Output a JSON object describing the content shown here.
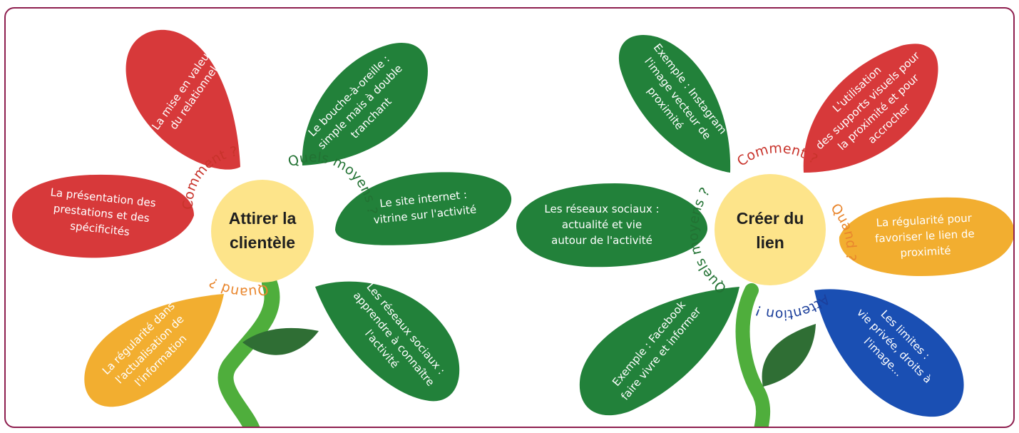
{
  "colors": {
    "red": "#d7393a",
    "green": "#22813a",
    "orange": "#f2ae30",
    "blue": "#1a4fb3",
    "center": "#fde48a",
    "stem": "#4fae3c",
    "leaf": "#2f6e34",
    "frame": "#8e1f4f"
  },
  "left_flower": {
    "center_lines": [
      "Attirer la",
      "clientèle"
    ],
    "labels": {
      "comment": "Comment ?",
      "moyens": "Quels moyens ?",
      "quand": "Quand ?"
    },
    "petals": [
      {
        "color": "red",
        "lines": [
          "La mise en valeur",
          "du relationnel"
        ]
      },
      {
        "color": "red",
        "lines": [
          "La présentation des",
          "prestations  et des",
          "spécificités"
        ]
      },
      {
        "color": "orange",
        "lines": [
          "La régularité dans",
          "l'actualisation de",
          "l'information"
        ]
      },
      {
        "color": "green",
        "lines": [
          "Le bouche-à-oreille :",
          "simple mais à double",
          "tranchant"
        ]
      },
      {
        "color": "green",
        "lines": [
          "Le site internet :",
          "vitrine sur l'activité"
        ]
      },
      {
        "color": "green",
        "lines": [
          "Les réseaux sociaux :",
          "apprendre à connaître",
          "l'activité"
        ]
      }
    ]
  },
  "right_flower": {
    "center_lines": [
      "Créer du",
      "lien"
    ],
    "labels": {
      "comment": "Comment ?",
      "moyens": "Quels moyens ?",
      "quand": "Quand ?",
      "attention": "Attention !"
    },
    "petals": [
      {
        "color": "green",
        "lines": [
          "Exemple : Instagram",
          "l'image vecteur de",
          "proximité"
        ]
      },
      {
        "color": "red",
        "lines": [
          "L'utilisation",
          "des supports visuels pour",
          "la proximité et pour",
          "accrocher"
        ]
      },
      {
        "color": "green",
        "lines": [
          "Les réseaux sociaux :",
          "actualité et vie",
          "autour de l'activité"
        ]
      },
      {
        "color": "orange",
        "lines": [
          "La régularité pour",
          "favoriser le lien de",
          "proximité"
        ]
      },
      {
        "color": "green",
        "lines": [
          "Exemple : Facebook",
          "faire vivre et informer"
        ]
      },
      {
        "color": "blue",
        "lines": [
          "Les limites :",
          "vie privée, droits à",
          "l'image..."
        ]
      }
    ]
  }
}
